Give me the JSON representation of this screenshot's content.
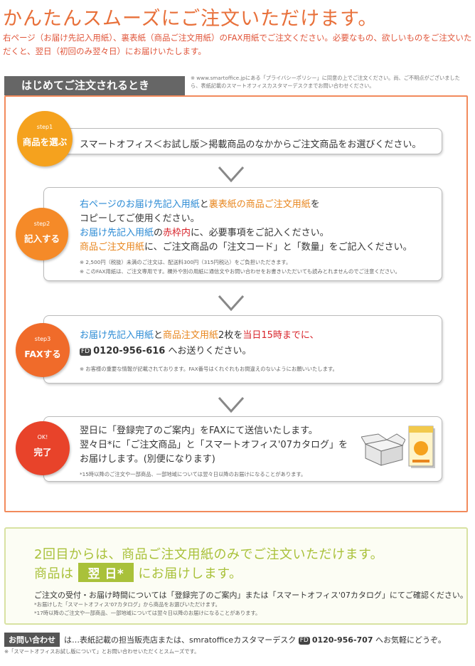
{
  "header": {
    "title": "かんたんスムーズにご注文いただけます。",
    "intro": "右ページ（お届け先記入用紙）、裏表紙（商品ご注文用紙）のFAX用紙でご注文ください。必要なもの、欲しいものをご注文いただくと、翌日（初回のみ翌々日）にお届けいたします。"
  },
  "first_order": {
    "tab_label": "はじめてご注文されるとき",
    "privacy_note": "※ www.smartoffice.jpにある「プライバシーポリシー」に同意の上でご注文ください。尚、ご不明点がございましたら、表紙記載のスマートオフィスカスタマーデスクまでお問い合わせください。"
  },
  "steps": [
    {
      "step_label": "step1",
      "title": "商品を選ぶ",
      "text": "スマートオフィス＜お試し版＞掲載商品のなかからご注文商品をお選びください。",
      "color": "#f5a21e"
    },
    {
      "step_label": "step2",
      "title": "記入する",
      "line1_a": "右ページのお届け先記入用紙",
      "line1_b": "と",
      "line1_c": "裏表紙の商品ご注文用紙",
      "line1_d": "を",
      "line2": "コピーしてご使用ください。",
      "line3_a": "お届け先記入用紙",
      "line3_b": "の",
      "line3_c": "赤枠内",
      "line3_d": "に、必要事項をご記入ください。",
      "line4_a": "商品ご注文用紙",
      "line4_b": "に、ご注文商品の「注文コード」と「数量」をご記入ください。",
      "note1": "※ 2,500円（税抜）未満のご注文は、配送料300円（315円税込）をご負担いただきます。",
      "note2": "※ このFAX用紙は、ご注文専用です。欄外や別の用紙に通信文やお問い合わせをお書きいただいても読みとれませんのでご注意ください。",
      "color": "#f58a28"
    },
    {
      "step_label": "step3",
      "title": "FAXする",
      "line1_a": "お届け先記入用紙",
      "line1_b": "と",
      "line1_c": "商品注文用紙",
      "line1_d": "2枚を",
      "line1_e": "当日15時までに、",
      "freedial": "FD",
      "phone": "0120-956-616",
      "line2_tail": "へお送りください。",
      "note": "※ お客様の重要な情報が記載されております。FAX番号はくれぐれもお間違えのないようにお願いいたします。",
      "color": "#f06b2a"
    },
    {
      "step_label": "OK!",
      "title": "完了",
      "line1": "翌日に「登録完了のご案内」をFAXにて送信いたします。",
      "line2": "翌々日*に「ご注文商品」と「スマートオフィス'07カタログ」を",
      "line3": "お届けします。(別便になります)",
      "note": "*15時以降のご注文や一部商品、一部地域については翌々日以降のお届けになることがあります。",
      "color": "#e8432a"
    }
  ],
  "second_order": {
    "line1": "2回目からは、商品ご注文用紙のみでご注文いただけます。",
    "line2_a": "商品は",
    "badge": "翌 日*",
    "line2_b": "にお届けします。",
    "info": "ご注文の受付・お届け時間については「登録完了のご案内」または「スマートオフィス'07カタログ」にてご確認ください。",
    "note1": "*お届けした「スマートオフィス'07カタログ」から商品をお選びいただけます。",
    "note2": "*17時以降のご注文や一部商品、一部地域については翌々日以降のお届けになることがあります。"
  },
  "inquiry": {
    "label": "お問い合わせ",
    "text_a": "は…表紙記載の担当販売店または、smratofficeカスタマーデスク",
    "freedial": "FD",
    "phone": "0120-956-707",
    "text_b": "へお気軽にどうぞ。",
    "note": "※「スマートオフィスお試し版について」とお問い合わせいただくとスムーズです。"
  }
}
